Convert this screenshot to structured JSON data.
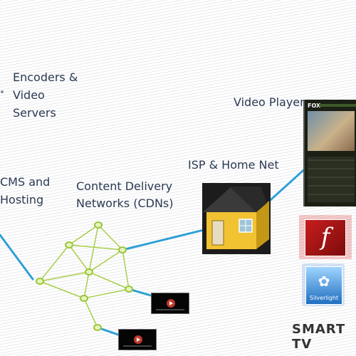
{
  "labels": {
    "encoders_line1": "Encoders &",
    "encoders_line2": "Video",
    "encoders_line3": "Servers",
    "video_player": "Video Player",
    "isp_home": "ISP & Home Net",
    "cms_line1": "CMS and",
    "cms_line2": "Hosting",
    "cdn_line1": "Content Delivery",
    "cdn_line2": "Networks (CDNs)"
  },
  "player": {
    "brand": "FOX"
  },
  "flash": {
    "glyph": "f"
  },
  "silverlight": {
    "name": "Silverlight"
  },
  "smarttv": {
    "text": "SMART TV"
  },
  "colors": {
    "text": "#2b3a52",
    "network_line": "#a8cf4a",
    "node_fill": "#e6f4c0",
    "node_stroke": "#9cc63b",
    "connector": "#2a9fd6",
    "house_wall": "#f1c232",
    "house_roof": "#3a3a3a"
  },
  "icons": [
    "house-icon",
    "flash-icon",
    "silverlight-icon",
    "video-thumbnail-icon",
    "play-icon",
    "network-node-icon"
  ]
}
